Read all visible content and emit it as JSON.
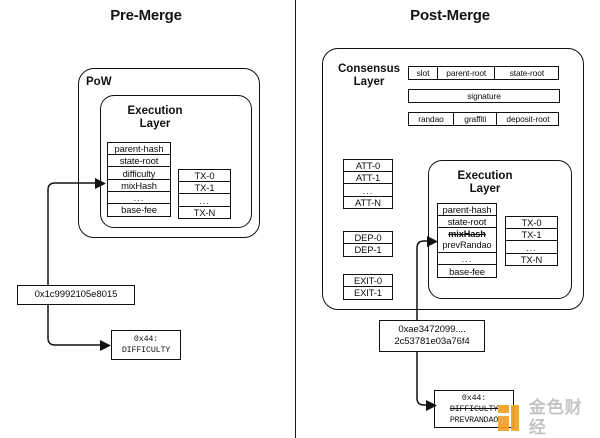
{
  "panels": {
    "pre": {
      "title": "Pre-Merge"
    },
    "post": {
      "title": "Post-Merge"
    }
  },
  "pre_merge": {
    "outer_label": "PoW",
    "execution_label": "Execution\nLayer",
    "header_fields": [
      "parent-hash",
      "state-root",
      "difficulty",
      "mixHash",
      "...",
      "base-fee"
    ],
    "tx_fields": [
      "TX-0",
      "TX-1",
      "...",
      "TX-N"
    ],
    "value_box": "0x1c9992105e8015",
    "opcode_box": {
      "code": "0x44:",
      "name": "DIFFICULTY"
    }
  },
  "post_merge": {
    "consensus_label": "Consensus\nLayer",
    "consensus_rows": [
      [
        "slot",
        "parent-root",
        "state-root"
      ],
      [
        "signature"
      ],
      [
        "randao",
        "graffiti",
        "deposit-root"
      ]
    ],
    "attestations": [
      "ATT-0",
      "ATT-1",
      "...",
      "ATT-N"
    ],
    "deposits": [
      "DEP-0",
      "DEP-1"
    ],
    "exits": [
      "EXIT-0",
      "EXIT-1"
    ],
    "execution_label": "Execution\nLayer",
    "header_fields": [
      "parent-hash",
      "state-root",
      "...",
      "base-fee"
    ],
    "header_replaced": {
      "old": "mixHash",
      "new": "prevRandao"
    },
    "tx_fields": [
      "TX-0",
      "TX-1",
      "...",
      "TX-N"
    ],
    "value_box": "0xae3472099....\n2c53781e03a76f4",
    "opcode_box": {
      "code": "0x44:",
      "old_name": "DIFFICULTY",
      "new_name": "PREVRANDAO"
    }
  },
  "watermark": {
    "text": "金色财经",
    "color": "#F0A020"
  },
  "colors": {
    "stroke": "#111111",
    "background": "#ffffff",
    "accent": "#F0A020"
  }
}
